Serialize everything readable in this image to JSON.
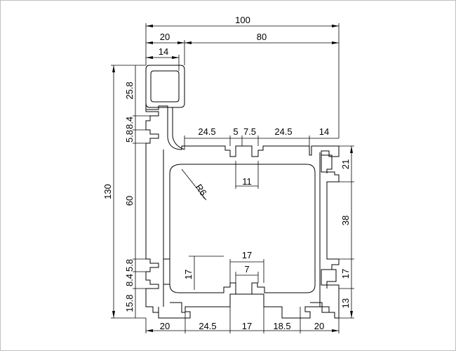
{
  "drawing": {
    "colors": {
      "background": "#ffffff",
      "lines": "#000000",
      "frame": "#bfbfbf"
    },
    "dimensions": {
      "overall_width": "100",
      "top_left_width": "20",
      "top_right_width": "80",
      "tube_width": "14",
      "overall_height": "130",
      "tube_height": "25.8",
      "upper_gap_a": "8.4",
      "upper_gap_b": "5.8",
      "center_height": "60",
      "lower_gap_a": "5.8",
      "lower_gap_b": "8.4",
      "lower_slot_height": "17",
      "bottom_height": "15.8",
      "right_top_h": "21",
      "right_center_h": "38",
      "right_lower_h": "17",
      "right_bottom_h": "13",
      "mid_seg_1": "24.5",
      "mid_seg_2": "5",
      "mid_seg_3": "7.5",
      "mid_seg_4": "24.5",
      "mid_seg_5": "14",
      "slot_top_width": "11",
      "radius_label": "R6",
      "inner_slot_outer": "17",
      "inner_slot_inner": "7",
      "bot_seg_1": "20",
      "bot_seg_2": "24.5",
      "bot_seg_3": "17",
      "bot_seg_4": "18.5",
      "bot_seg_5": "20"
    }
  }
}
